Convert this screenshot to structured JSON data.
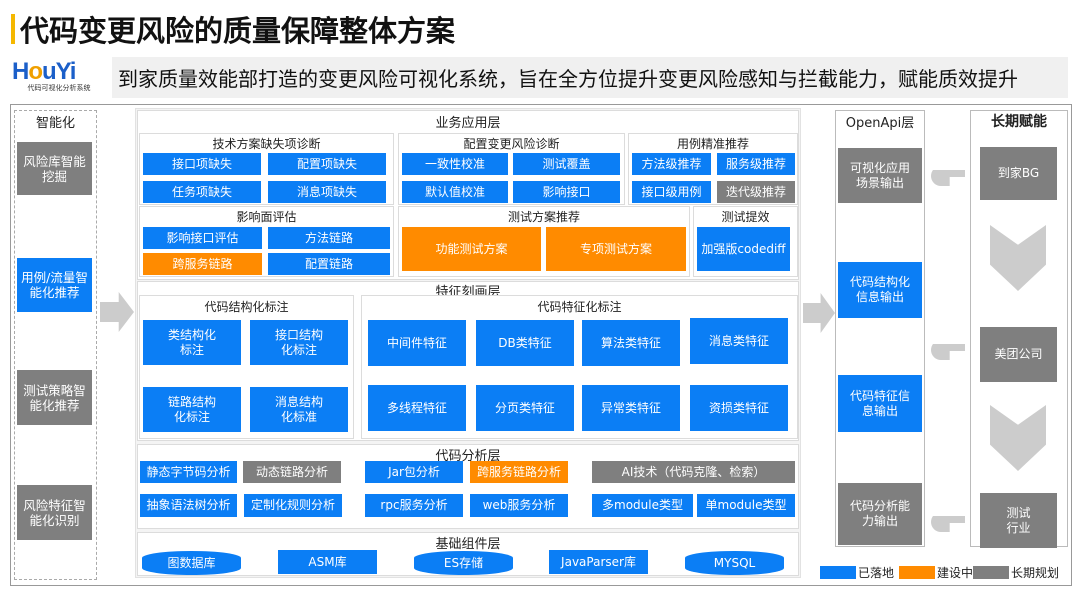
{
  "title": "代码变更风险的质量保障整体方案",
  "logo": {
    "name": "HouYi",
    "tagline": "代码可视化分析系统"
  },
  "subtitle": "到家质量效能部打造的变更风险可视化系统，旨在全方位提升变更风险感知与拦截能力，赋能质效提升",
  "colors": {
    "landed": "#0b7ef5",
    "building": "#ff8b00",
    "planned": "#7f7f7f",
    "title_bar": "#f5b800"
  },
  "left": {
    "label": "智能化",
    "items": [
      "风险库智能挖掘",
      "用例/流量智能化推荐",
      "测试策略智能化推荐",
      "风险特征智能化识别"
    ]
  },
  "biz": {
    "title": "业务应用层",
    "g1": {
      "title": "技术方案缺失项诊断",
      "items": [
        "接口项缺失",
        "配置项缺失",
        "任务项缺失",
        "消息项缺失"
      ]
    },
    "g2": {
      "title": "配置变更风险诊断",
      "items": [
        "一致性校准",
        "测试覆盖",
        "默认值校准",
        "影响接口"
      ]
    },
    "g3": {
      "title": "用例精准推荐",
      "items": [
        "方法级推荐",
        "服务级推荐",
        "接口级用例",
        "迭代级推荐"
      ]
    },
    "g4": {
      "title": "影响面评估",
      "items": [
        "影响接口评估",
        "方法链路",
        "跨服务链路",
        "配置链路"
      ]
    },
    "g5": {
      "title": "测试方案推荐",
      "items": [
        "功能测试方案",
        "专项测试方案"
      ]
    },
    "g6": {
      "title": "测试提效",
      "items": [
        "加强版codediff"
      ]
    }
  },
  "feat": {
    "title": "特征刻画层",
    "g1": {
      "title": "代码结构化标注",
      "items": [
        "类结构化标注",
        "接口结构化标注",
        "链路结构化标注",
        "消息结构化标准"
      ]
    },
    "g2": {
      "title": "代码特征化标注",
      "items": [
        "中间件特征",
        "DB类特征",
        "算法类特征",
        "消息类特征",
        "多线程特征",
        "分页类特征",
        "异常类特征",
        "资损类特征"
      ]
    }
  },
  "analysis": {
    "title": "代码分析层",
    "items": [
      "静态字节码分析",
      "动态链路分析",
      "Jar包分析",
      "跨服务链路分析",
      "AI技术（代码克隆、检索）",
      "抽象语法树分析",
      "定制化规则分析",
      "rpc服务分析",
      "web服务分析",
      "多module类型",
      "单module类型"
    ]
  },
  "base": {
    "title": "基础组件层",
    "items": [
      "图数据库",
      "ASM库",
      "ES存储",
      "JavaParser库",
      "MYSQL"
    ]
  },
  "openapi": {
    "title": "OpenApi层",
    "items": [
      "可视化应用场景输出",
      "代码结构化信息输出",
      "代码特征信息输出",
      "代码分析能力输出"
    ]
  },
  "empower": {
    "title": "长期赋能",
    "items": [
      "到家BG",
      "美团公司",
      "测试行业"
    ]
  },
  "legend": [
    {
      "label": "已落地"
    },
    {
      "label": "建设中"
    },
    {
      "label": "长期规划"
    }
  ]
}
